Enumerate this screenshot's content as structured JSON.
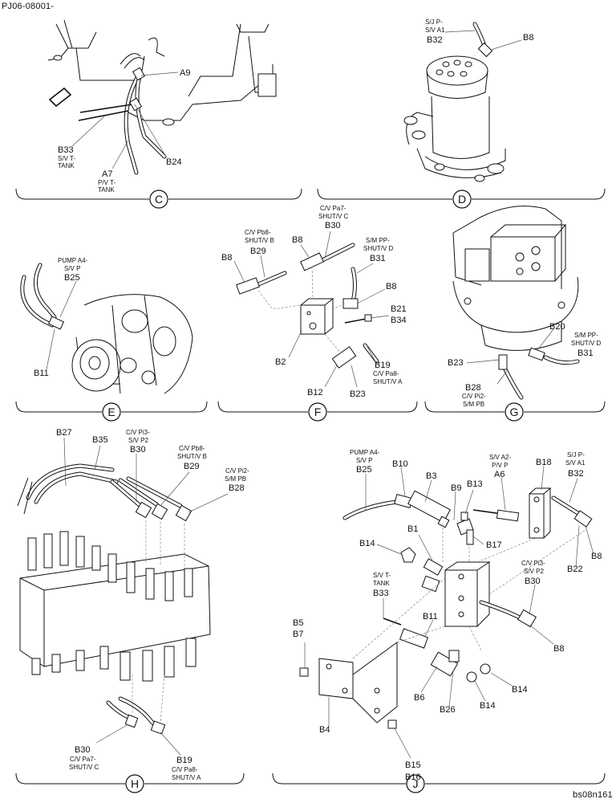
{
  "header": {
    "drawing_no": "PJ06-08001-",
    "image_id": "bs08n161"
  },
  "sections": {
    "C": {
      "letter": "C",
      "labels": {
        "a9": "A9",
        "b33": "B33",
        "b33_sub1": "S/V T-",
        "b33_sub2": "TANK",
        "b24": "B24",
        "a7": "A7",
        "a7_sub1": "P/V T-",
        "a7_sub2": "TANK"
      }
    },
    "D": {
      "letter": "D",
      "labels": {
        "b32_sub1": "S/J P-",
        "b32_sub2": "S/V A1",
        "b32": "B32",
        "b8": "B8"
      }
    },
    "E": {
      "letter": "E",
      "labels": {
        "b25_sub1": "PUMP A4-",
        "b25_sub2": "S/V P",
        "b25": "B25",
        "b11": "B11"
      }
    },
    "F": {
      "letter": "F",
      "labels": {
        "b30_sub1": "C/V Pa7-",
        "b30_sub2": "SHUT/V C",
        "b30": "B30",
        "b29_sub1": "C/V Pb8-",
        "b29_sub2": "SHUT/V B",
        "b29": "B29",
        "b8a": "B8",
        "b8b": "B8",
        "b8c": "B8",
        "b31_sub1": "S/M PP-",
        "b31_sub2": "SHUT/V D",
        "b31": "B31",
        "b21": "B21",
        "b34": "B34",
        "b2": "B2",
        "b19": "B19",
        "b19_sub1": "C/V Pa8-",
        "b19_sub2": "SHUT/V A",
        "b12": "B12",
        "b23": "B23"
      }
    },
    "G": {
      "letter": "G",
      "labels": {
        "b20": "B20",
        "b31_sub1": "S/M PP-",
        "b31_sub2": "SHUT/V D",
        "b31": "B31",
        "b23": "B23",
        "b28": "B28",
        "b28_sub1": "C/V Pi2-",
        "b28_sub2": "S/M PB"
      }
    },
    "H": {
      "letter": "H",
      "labels": {
        "b27": "B27",
        "b35": "B35",
        "b30_sub1": "C/V Pi3-",
        "b30_sub2": "S/V P2",
        "b30": "B30",
        "b29_sub1": "C/V Pb8-",
        "b29_sub2": "SHUT/V B",
        "b29": "B29",
        "b28_sub1": "C/V Pi2-",
        "b28_sub2": "S/M PB",
        "b28": "B28",
        "b30b": "B30",
        "b30b_sub1": "C/V Pa7-",
        "b30b_sub2": "SHUT/V C",
        "b19": "B19",
        "b19_sub1": "C/V Pa8-",
        "b19_sub2": "SHUT/V A"
      }
    },
    "J": {
      "letter": "J",
      "labels": {
        "b25_sub1": "PUMP A4-",
        "b25_sub2": "S/V P",
        "b25": "B25",
        "b10": "B10",
        "b3": "B3",
        "b9": "B9",
        "b13": "B13",
        "a6_sub1": "S/V A2-",
        "a6_sub2": "P/V P",
        "a6": "A6",
        "b18": "B18",
        "b32_sub1": "S/J P-",
        "b32_sub2": "S/V A1",
        "b32": "B32",
        "b1": "B1",
        "b17": "B17",
        "b14a": "B14",
        "b8a": "B8",
        "b22": "B22",
        "b30_sub1": "C/V Pi3-",
        "b30_sub2": "S/V P2",
        "b30": "B30",
        "b33_sub1": "S/V T-",
        "b33_sub2": "TANK",
        "b33": "B33",
        "b11": "B11",
        "b5": "B5",
        "b7": "B7",
        "b8b": "B8",
        "b4": "B4",
        "b6": "B6",
        "b26": "B26",
        "b14b": "B14",
        "b14c": "B14",
        "b15": "B15",
        "b16": "B16"
      }
    }
  }
}
